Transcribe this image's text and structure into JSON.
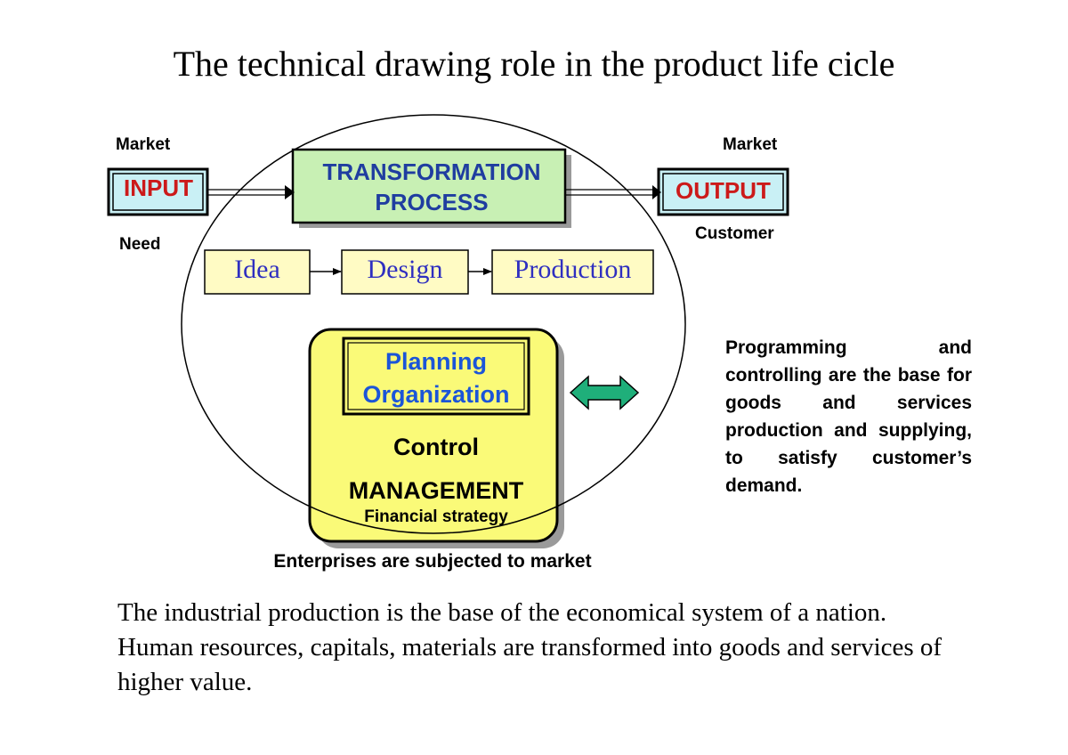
{
  "title": "The technical drawing role in the product life cicle",
  "labels": {
    "market_left": "Market",
    "need": "Need",
    "market_right": "Market",
    "customer": "Customer"
  },
  "input_label": "INPUT",
  "output_label": "OUTPUT",
  "transformation": {
    "line1": "TRANSFORMATION",
    "line2": "PROCESS"
  },
  "stages": [
    "Idea",
    "Design",
    "Production"
  ],
  "management_box": {
    "planning_line1": "Planning",
    "planning_line2": "Organization",
    "control": "Control",
    "management": "MANAGEMENT",
    "financial": "Financial strategy"
  },
  "enterprises_caption": "Enterprises are subjected to market",
  "side_paragraph": "Programming and controlling are the base for goods and services production and supplying, to satisfy customer’s demand.",
  "bottom_paragraph": "The industrial production is the base of the economical system of a nation. Human resources, capitals, materials are transformed into goods and services of higher value.",
  "colors": {
    "red_text": "#cc1a1a",
    "blue_text": "#1f3da0",
    "stage_text": "#2f2fc0",
    "planning_text": "#1b55d8",
    "input_fill": "#c9f0f5",
    "process_fill": "#c8f0b4",
    "stage_fill": "#fffbc4",
    "management_fill": "#fafa78",
    "double_arrow": "#1faf7a"
  }
}
